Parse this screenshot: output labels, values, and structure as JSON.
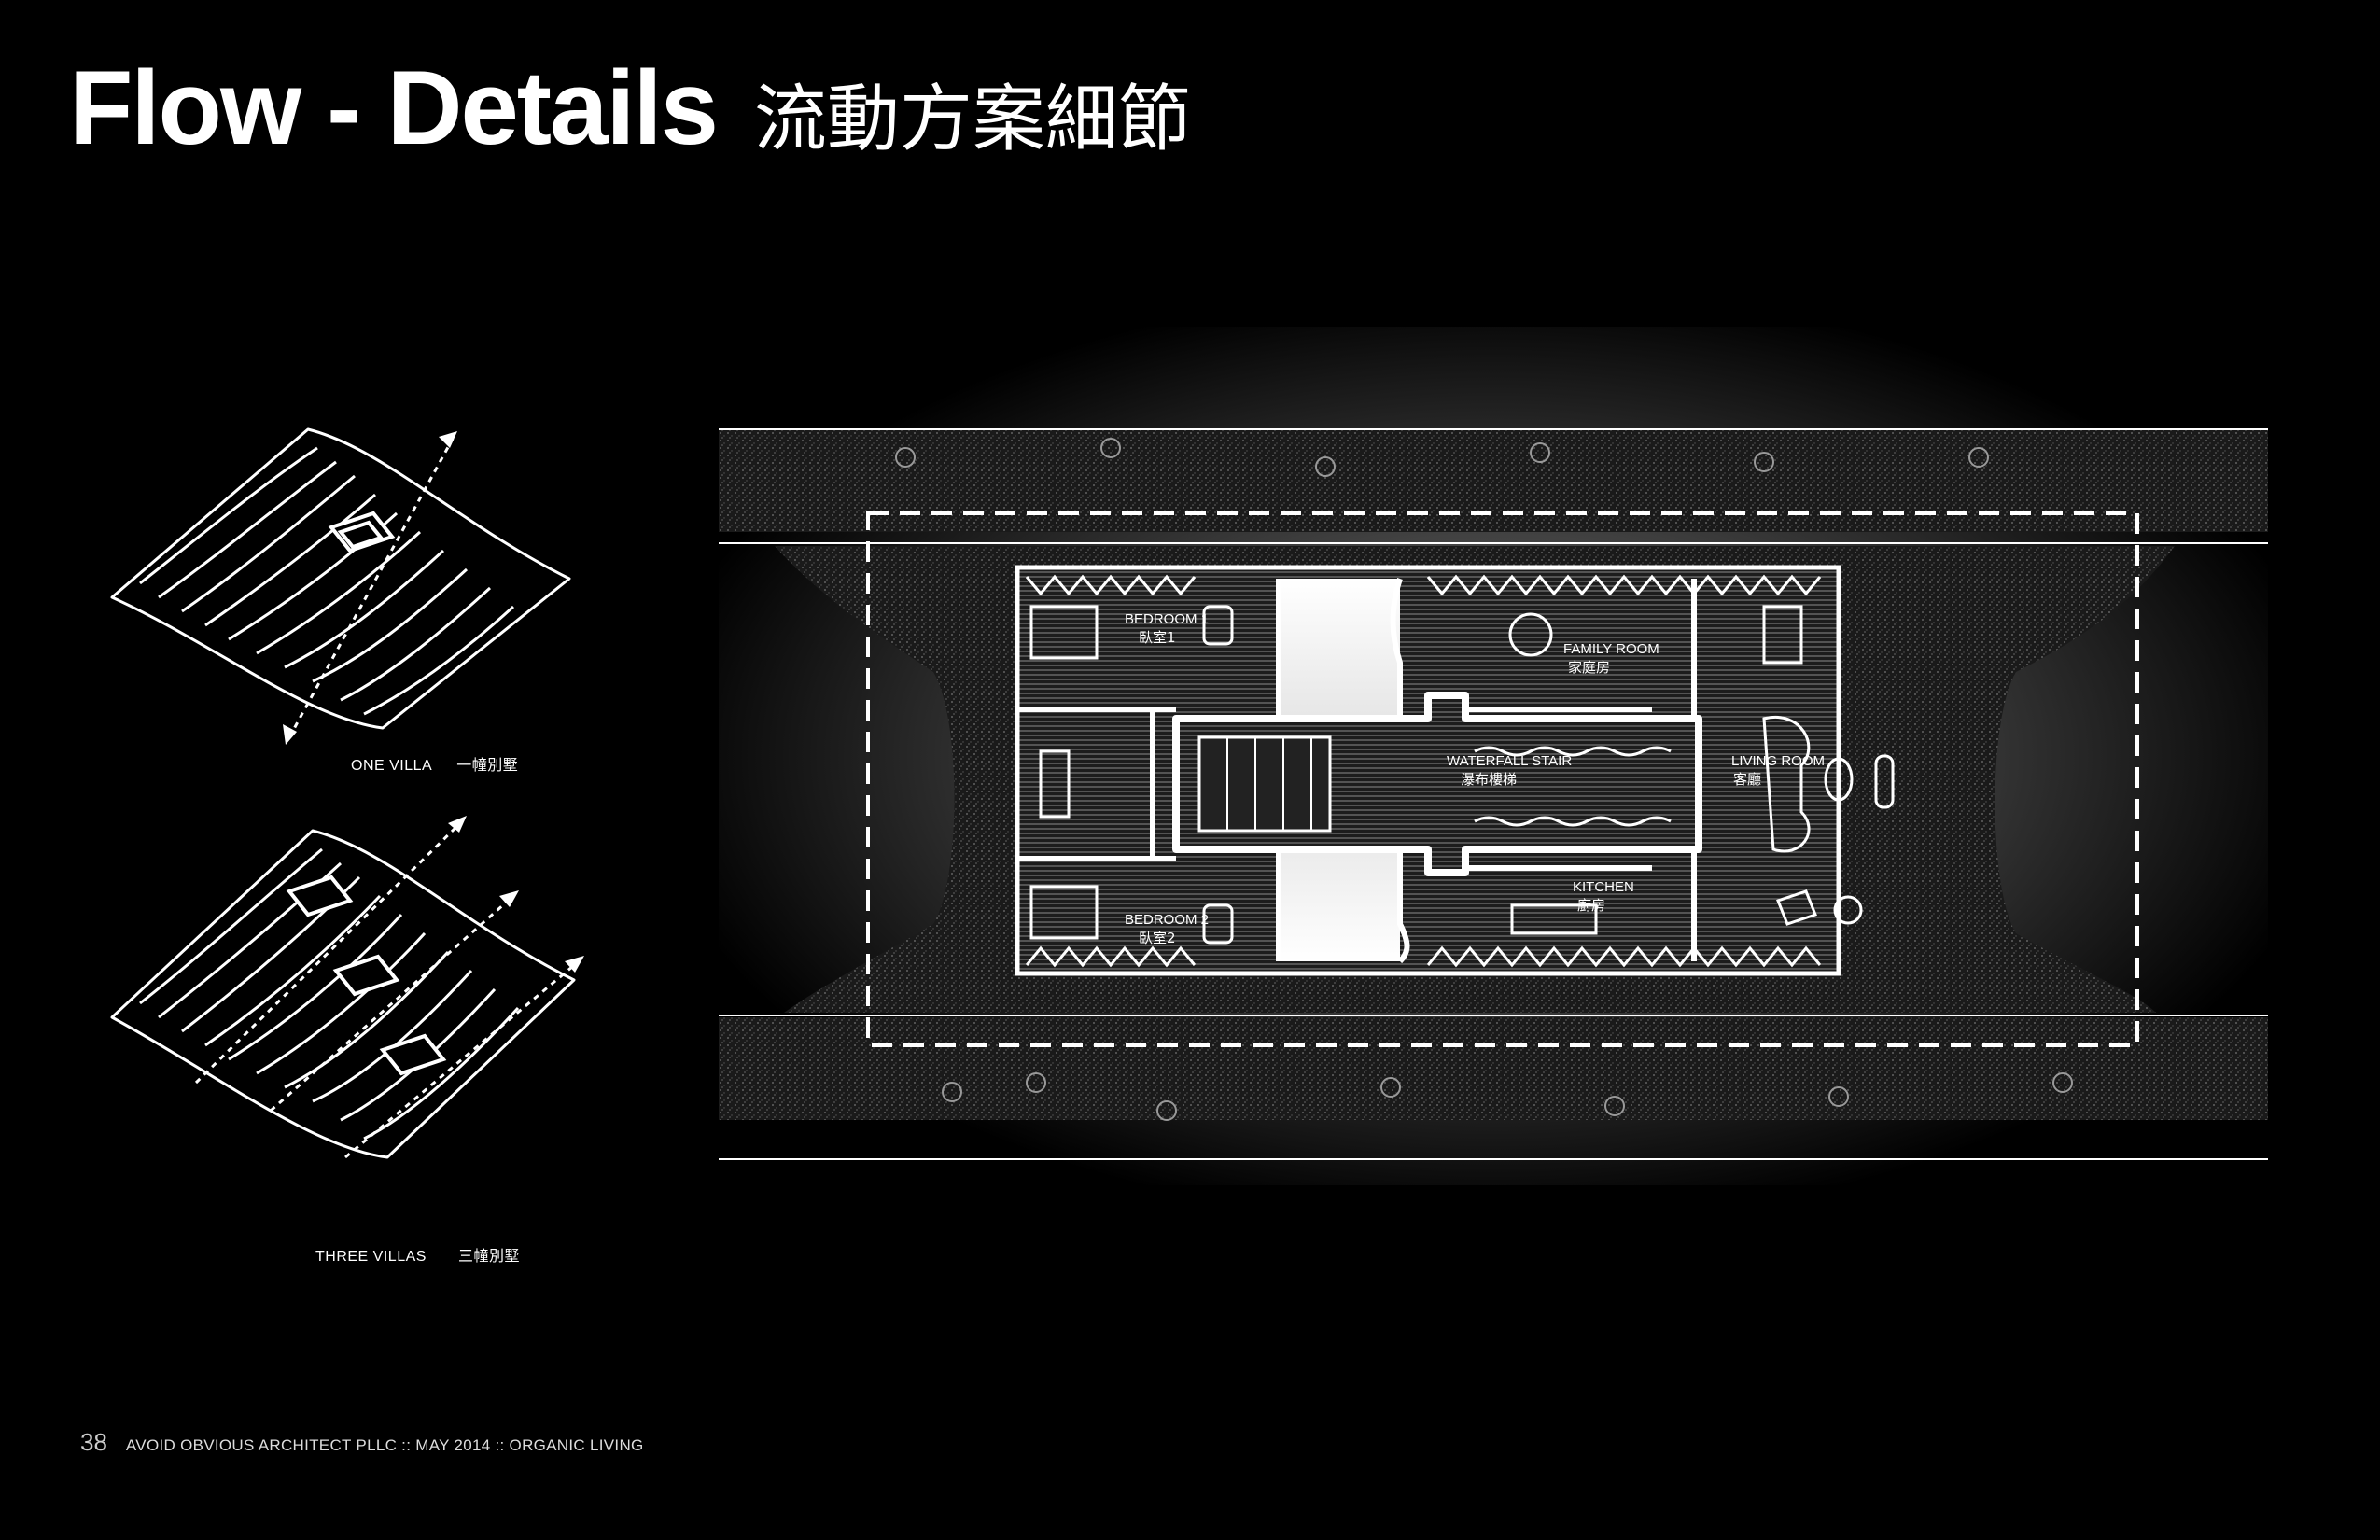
{
  "header": {
    "title": "Flow - Details",
    "title_zh": "流動方案細節"
  },
  "diagrams": {
    "one_villa": {
      "label": "ONE VILLA",
      "label_zh": "一幢別墅"
    },
    "three_villas": {
      "label": "THREE VILLAS",
      "label_zh": "三幢別墅"
    }
  },
  "plan": {
    "rooms": {
      "bedroom1": {
        "en": "BEDROOM 1",
        "zh": "臥室1"
      },
      "bedroom2": {
        "en": "BEDROOM 2",
        "zh": "臥室2"
      },
      "family": {
        "en": "FAMILY ROOM",
        "zh": "家庭房"
      },
      "stair": {
        "en": "WATERFALL STAIR",
        "zh": "瀑布樓梯"
      },
      "living": {
        "en": "LIVING ROOM",
        "zh": "客廳"
      },
      "kitchen": {
        "en": "KITCHEN",
        "zh": "廚房"
      }
    }
  },
  "footer": {
    "page_number": "38",
    "text": "AVOID OBVIOUS ARCHITECT PLLC :: MAY 2014 :: ORGANIC LIVING"
  }
}
